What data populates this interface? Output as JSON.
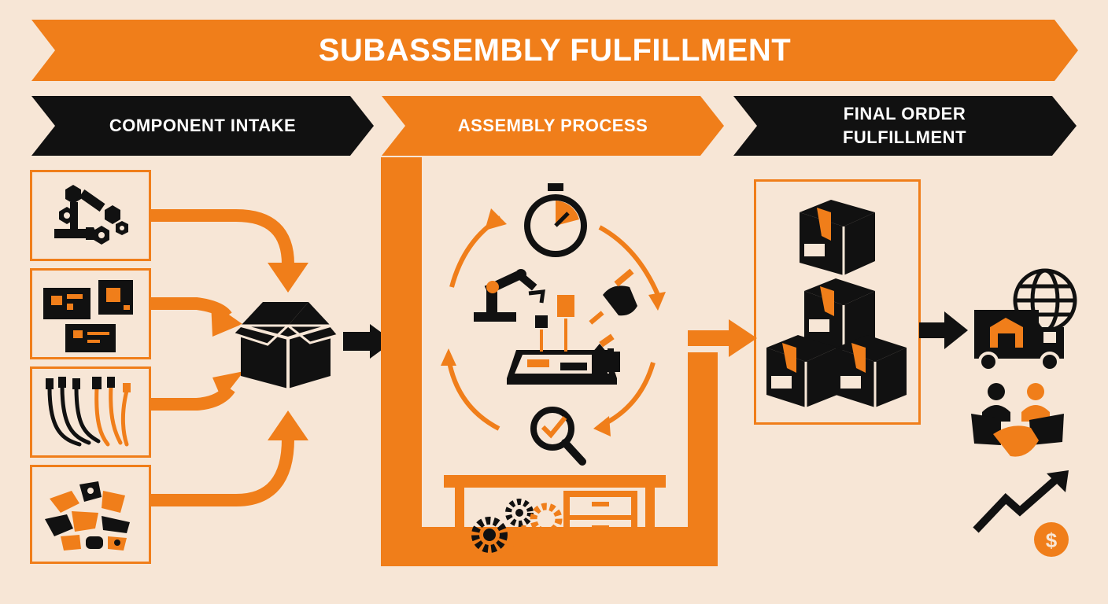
{
  "title": "SUBASSEMBLY FULFILLMENT",
  "colors": {
    "orange": "#f07e1a",
    "black": "#111111",
    "background": "#f7e6d6"
  },
  "stages": [
    {
      "label": "COMPONENT INTAKE",
      "items": [
        {
          "icon": "fasteners-icon"
        },
        {
          "icon": "circuit-boards-icon"
        },
        {
          "icon": "cables-icon"
        },
        {
          "icon": "parts-icon"
        }
      ],
      "collector_icon": "open-box-icon"
    },
    {
      "label": "ASSEMBLY PROCESS",
      "cycle_icons": [
        "stopwatch-icon",
        "robot-arm-icon",
        "circuit-assembly-icon",
        "tool-hand-icon",
        "inspection-icon"
      ],
      "base_icons": [
        "gears-icon",
        "workbench-icon"
      ]
    },
    {
      "label": "FINAL ORDER\nFULFILLMENT",
      "label_lines": [
        "FINAL ORDER",
        "FULFILLMENT"
      ],
      "icons": [
        "stacked-packages-icon",
        "delivery-truck-icon",
        "globe-icon",
        "handshake-icon",
        "growth-arrow-icon",
        "dollar-icon"
      ]
    }
  ]
}
